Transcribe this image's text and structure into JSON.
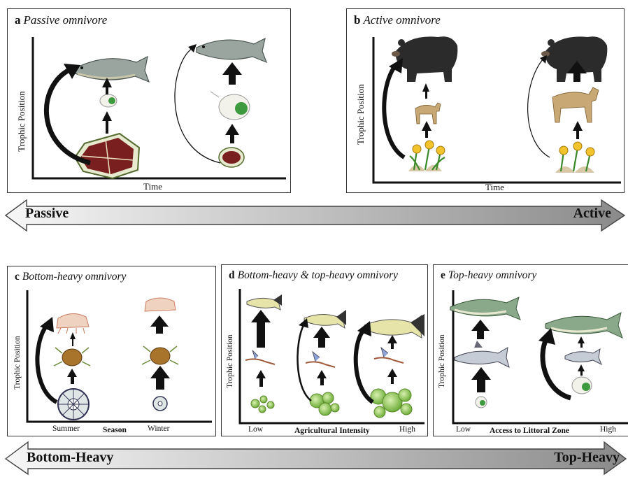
{
  "panels": {
    "a": {
      "letter": "a",
      "title": "Passive omnivore",
      "ylabel": "Trophic Position",
      "xlabel": "Time"
    },
    "b": {
      "letter": "b",
      "title": "Active omnivore",
      "ylabel": "Trophic Position",
      "xlabel": "Time"
    },
    "c": {
      "letter": "c",
      "title": "Bottom-heavy omnivory",
      "ylabel": "Trophic Position",
      "xlabel": "Season",
      "tick_left": "Summer",
      "tick_right": "Winter"
    },
    "d": {
      "letter": "d",
      "title": "Bottom-heavy & top-heavy omnivory",
      "ylabel": "Trophic Position",
      "xlabel": "Agricultural Intensity",
      "tick_left": "Low",
      "tick_right": "High"
    },
    "e": {
      "letter": "e",
      "title": "Top-heavy omnivory",
      "ylabel": "Trophic Position",
      "xlabel": "Access to Littoral Zone",
      "tick_left": "Low",
      "tick_right": "High"
    }
  },
  "banners": {
    "top": {
      "left": "Passive",
      "right": "Active"
    },
    "bottom": {
      "left": "Bottom-Heavy",
      "right": "Top-Heavy"
    }
  },
  "colors": {
    "arrow_fill_start": "#f4f4f4",
    "arrow_fill_end": "#8c8c8c",
    "frame": "#333333"
  }
}
